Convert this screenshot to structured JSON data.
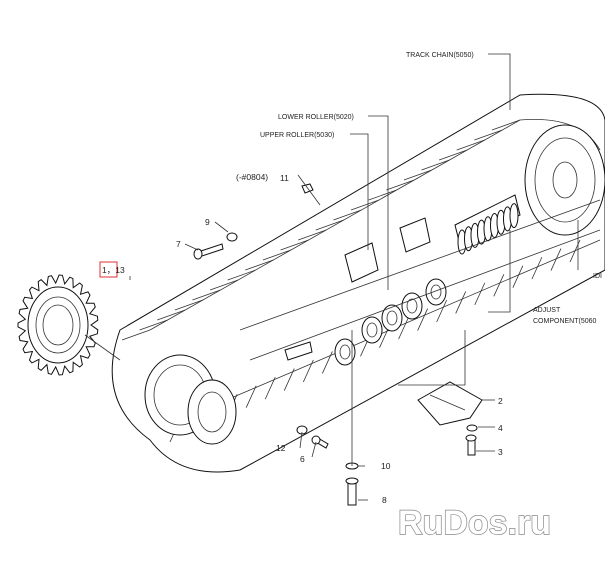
{
  "labels": {
    "track_chain": "TRACK CHAIN(5050)",
    "lower_roller": "LOWER ROLLER(5020)",
    "upper_roller": "UPPER ROLLER(5030)",
    "adjust_line1": "ADJUST",
    "adjust_line2": "COMPONENT(5060",
    "idler_cut": "IDI",
    "serial_note": "(-#0804)"
  },
  "part_numbers": {
    "sprocket": "1，13",
    "n2": "2",
    "n3": "3",
    "n4": "4",
    "n6": "6",
    "n7": "7",
    "n8": "8",
    "n9": "9",
    "n10": "10",
    "n11": "11",
    "n12": "12"
  },
  "watermark": "RuDos.ru",
  "colors": {
    "highlight_box": "#e03030",
    "line": "#333333"
  }
}
